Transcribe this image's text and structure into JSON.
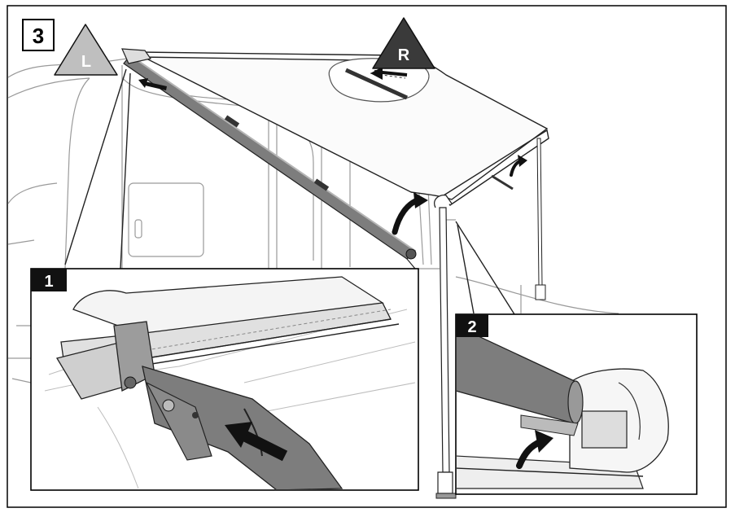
{
  "figure": {
    "step_number": "3",
    "side_left_label": "L",
    "side_right_label": "R",
    "detail_1_label": "1",
    "detail_2_label": "2"
  },
  "colors": {
    "frame": "#000000",
    "warning_triangle": "#bfbfbf",
    "warning_triangle_dark": "#3a3a3a",
    "arm_fill": "#7d7d7d",
    "arm_light": "#a6a6a6",
    "arrow_fill": "#111111",
    "label_box": "#111111",
    "outline": "#222222",
    "background_outline": "#a3a3a3"
  }
}
